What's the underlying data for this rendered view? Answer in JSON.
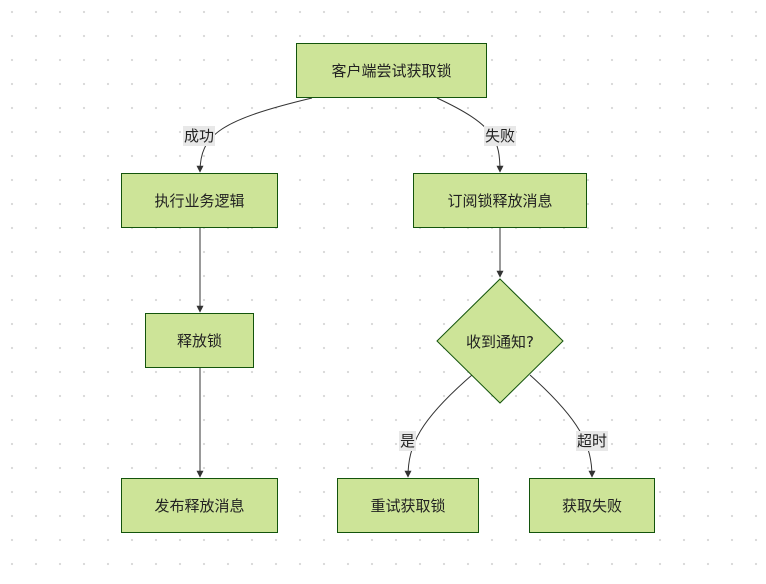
{
  "nodes": {
    "start": "客户端尝试获取锁",
    "exec": "执行业务逻辑",
    "release": "释放锁",
    "publish": "发布释放消息",
    "subscribe": "订阅锁释放消息",
    "decision": "收到通知?",
    "retry": "重试获取锁",
    "fail": "获取失败"
  },
  "edges": {
    "success": "成功",
    "failure": "失败",
    "yes": "是",
    "timeout": "超时"
  },
  "colors": {
    "node_fill": "#cde498",
    "node_border": "#13540c",
    "edge": "#333333",
    "label_bg": "#e8e8e8"
  }
}
